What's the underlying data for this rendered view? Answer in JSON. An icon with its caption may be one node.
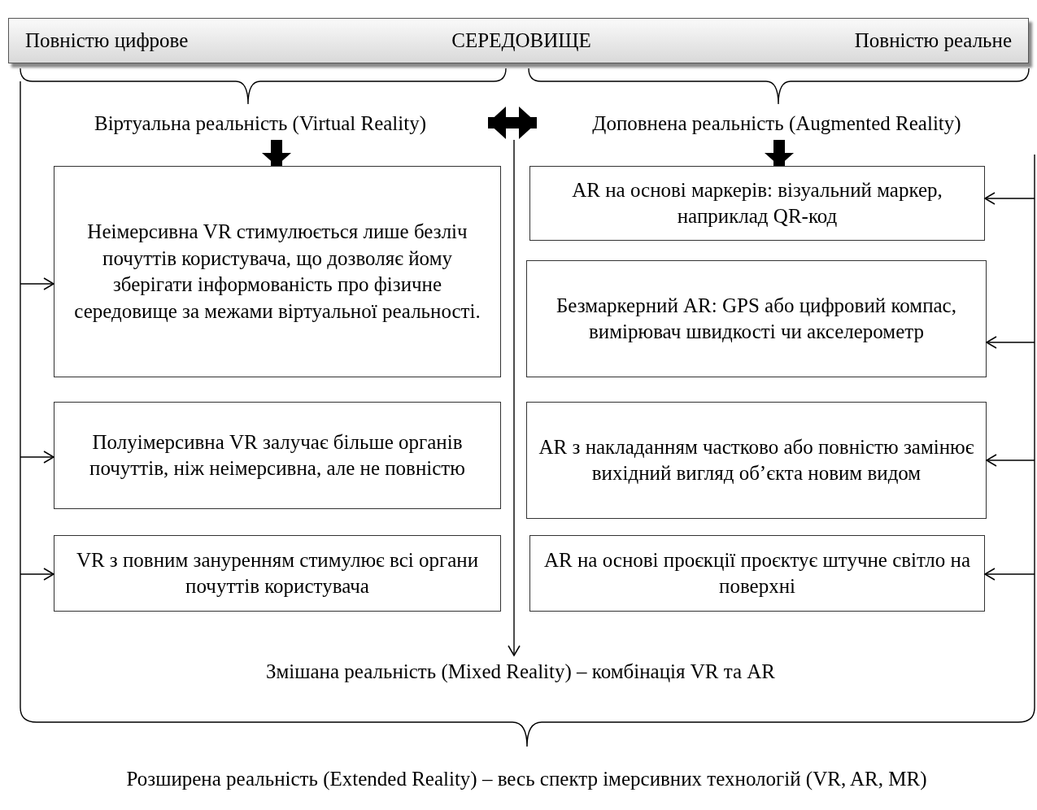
{
  "diagram": {
    "nodes": [
      {
        "text": [
          "Повністю цифрове",
          "СЕРЕДОВИЩЕ",
          "Повністю реальне"
        ]
      },
      {
        "text": [
          "Віртуальна реальність (Virtual Reality)"
        ]
      },
      {
        "text": [
          "Доповнена реальність (Augmented Reality)"
        ]
      },
      {
        "text": [
          "Неімерсивна VR стимулюється лише безліч почуттів користувача, що дозволяє йому зберігати інформованість про фізичне середовище за межами віртуальної реальності."
        ]
      },
      {
        "text": [
          "Полуімерсивна VR залучає більше органів почуттів, ніж неімерсивна, але не повністю"
        ]
      },
      {
        "text": [
          "VR з повним зануренням стимулює всі органи почуттів користувача"
        ]
      },
      {
        "text": [
          "AR на основі маркерів: візуальний маркер, наприклад QR-код"
        ]
      },
      {
        "text": [
          "Безмаркерний AR: GPS або цифровий компас, вимірювач швидкості чи акселерометр"
        ]
      },
      {
        "text": [
          "AR з накладанням частково або повністю замінює вихідний вигляд об’єкта новим видом"
        ]
      },
      {
        "text": [
          "AR на основі проєкції проєктує штучне світло на поверхні"
        ]
      },
      {
        "text": [
          "Змішана реальність (Mixed Reality) – комбінація VR та AR"
        ]
      },
      {
        "text": [
          "Розширена реальність (Extended Reality) – весь спектр імерсивних технологій (VR, AR, MR)"
        ]
      }
    ],
    "edges": [
      {
        "from": 1,
        "to": 3,
        "arrow": "to",
        "style": "thick"
      },
      {
        "from": 2,
        "to": 6,
        "arrow": "to",
        "style": "thick"
      },
      {
        "from": 1,
        "to": 2,
        "arrow": "both",
        "style": "thick"
      },
      {
        "from": null,
        "to": 10,
        "arrow": "to"
      },
      {
        "from": null,
        "to": 3,
        "arrow": "to"
      },
      {
        "from": null,
        "to": 4,
        "arrow": "to"
      },
      {
        "from": null,
        "to": 5,
        "arrow": "to"
      },
      {
        "from": null,
        "to": 6,
        "arrow": "to"
      },
      {
        "from": null,
        "to": 7,
        "arrow": "to"
      },
      {
        "from": null,
        "to": 8,
        "arrow": "to"
      },
      {
        "from": null,
        "to": 9,
        "arrow": "to"
      }
    ]
  }
}
